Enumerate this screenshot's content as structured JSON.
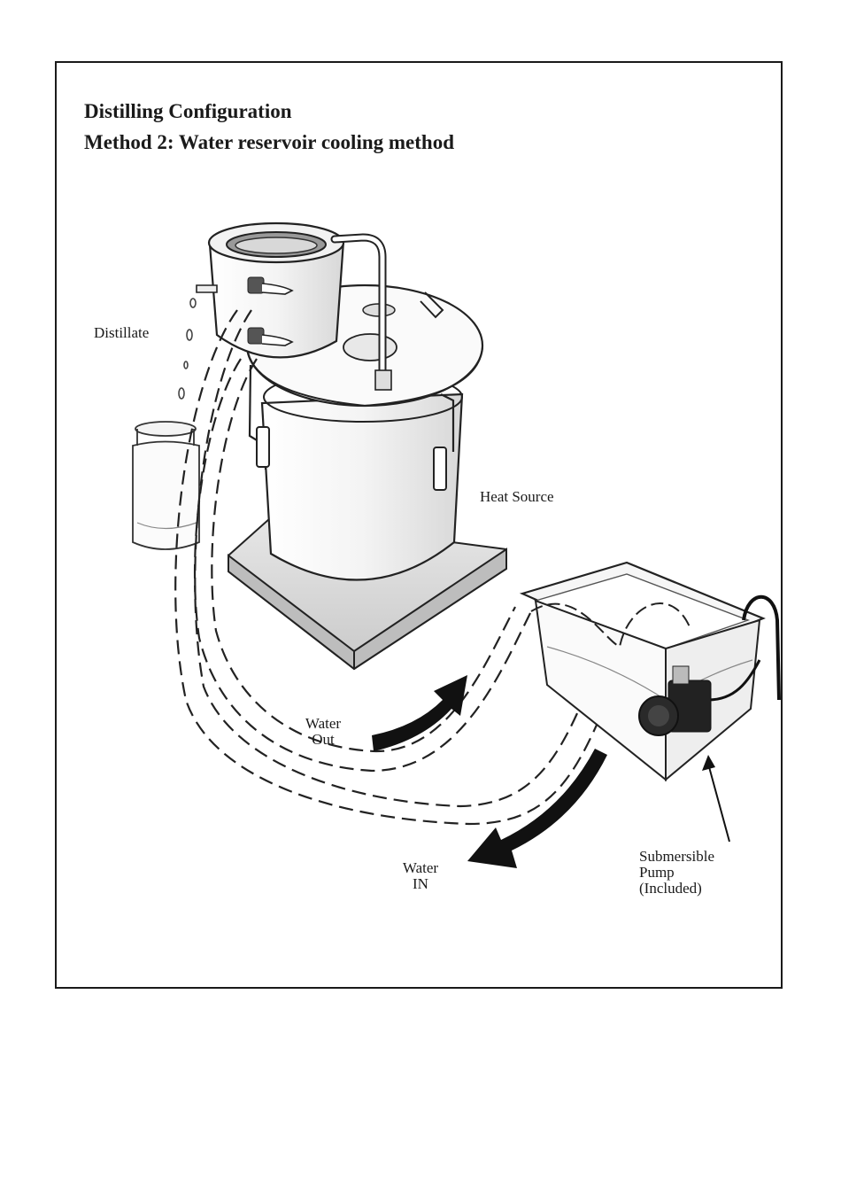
{
  "header": {
    "title": "Distilling Configuration",
    "subtitle": "Method 2: Water reservoir cooling method"
  },
  "labels": {
    "distillate": "Distillate",
    "heat_source": "Heat Source",
    "water_out_1": "Water",
    "water_out_2": "Out",
    "water_in_1": "Water",
    "water_in_2": "IN",
    "pump_1": "Submersible",
    "pump_2": "Pump",
    "pump_3": "(Included)"
  }
}
